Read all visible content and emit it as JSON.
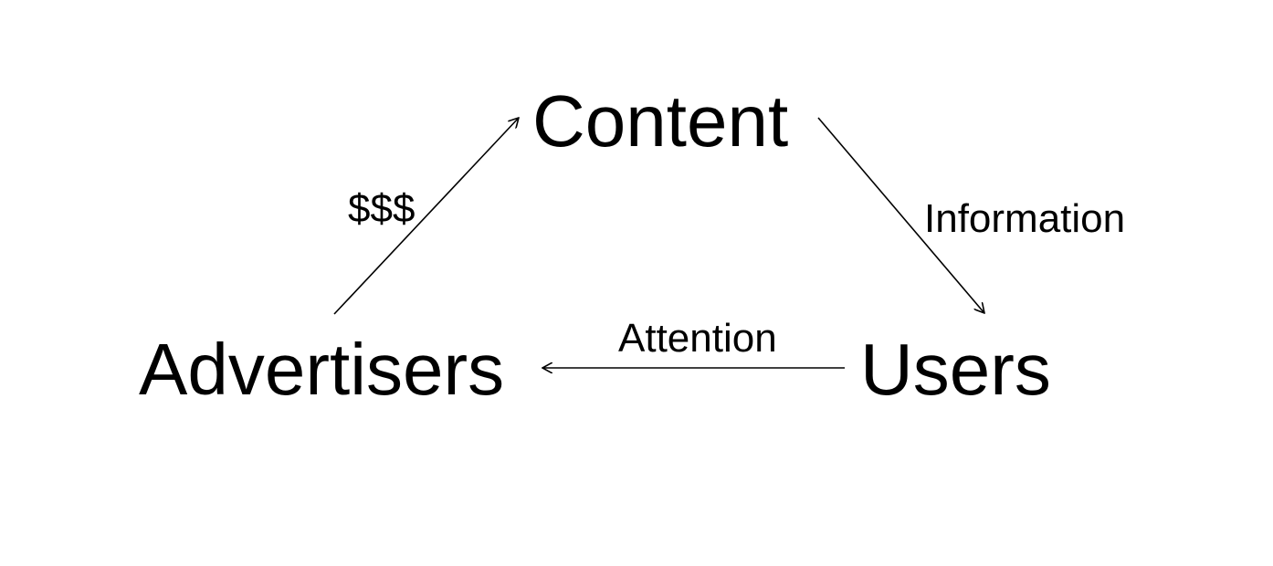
{
  "nodes": {
    "content": "Content",
    "users": "Users",
    "advertisers": "Advertisers"
  },
  "edges": {
    "content_to_users": "Information",
    "users_to_advertisers": "Attention",
    "advertisers_to_content": "$$$"
  },
  "colors": {
    "text": "#000000",
    "line": "#000000",
    "background": "#ffffff"
  }
}
